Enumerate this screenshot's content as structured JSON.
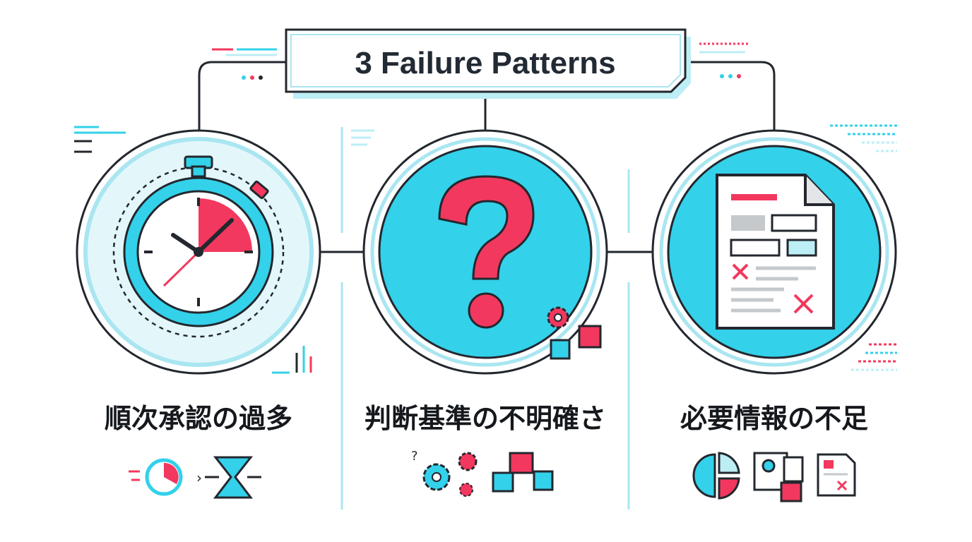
{
  "title": "3 Failure Patterns",
  "patterns": [
    {
      "label": "順次承認の過多",
      "icon": "stopwatch-icon"
    },
    {
      "label": "判断基準の不明確さ",
      "icon": "question-mark-icon"
    },
    {
      "label": "必要情報の不足",
      "icon": "incomplete-document-icon"
    }
  ],
  "colors": {
    "cyan": "#33d1ea",
    "pink": "#f2385e",
    "dark": "#23272e",
    "light_cyan": "#bdeef6"
  }
}
